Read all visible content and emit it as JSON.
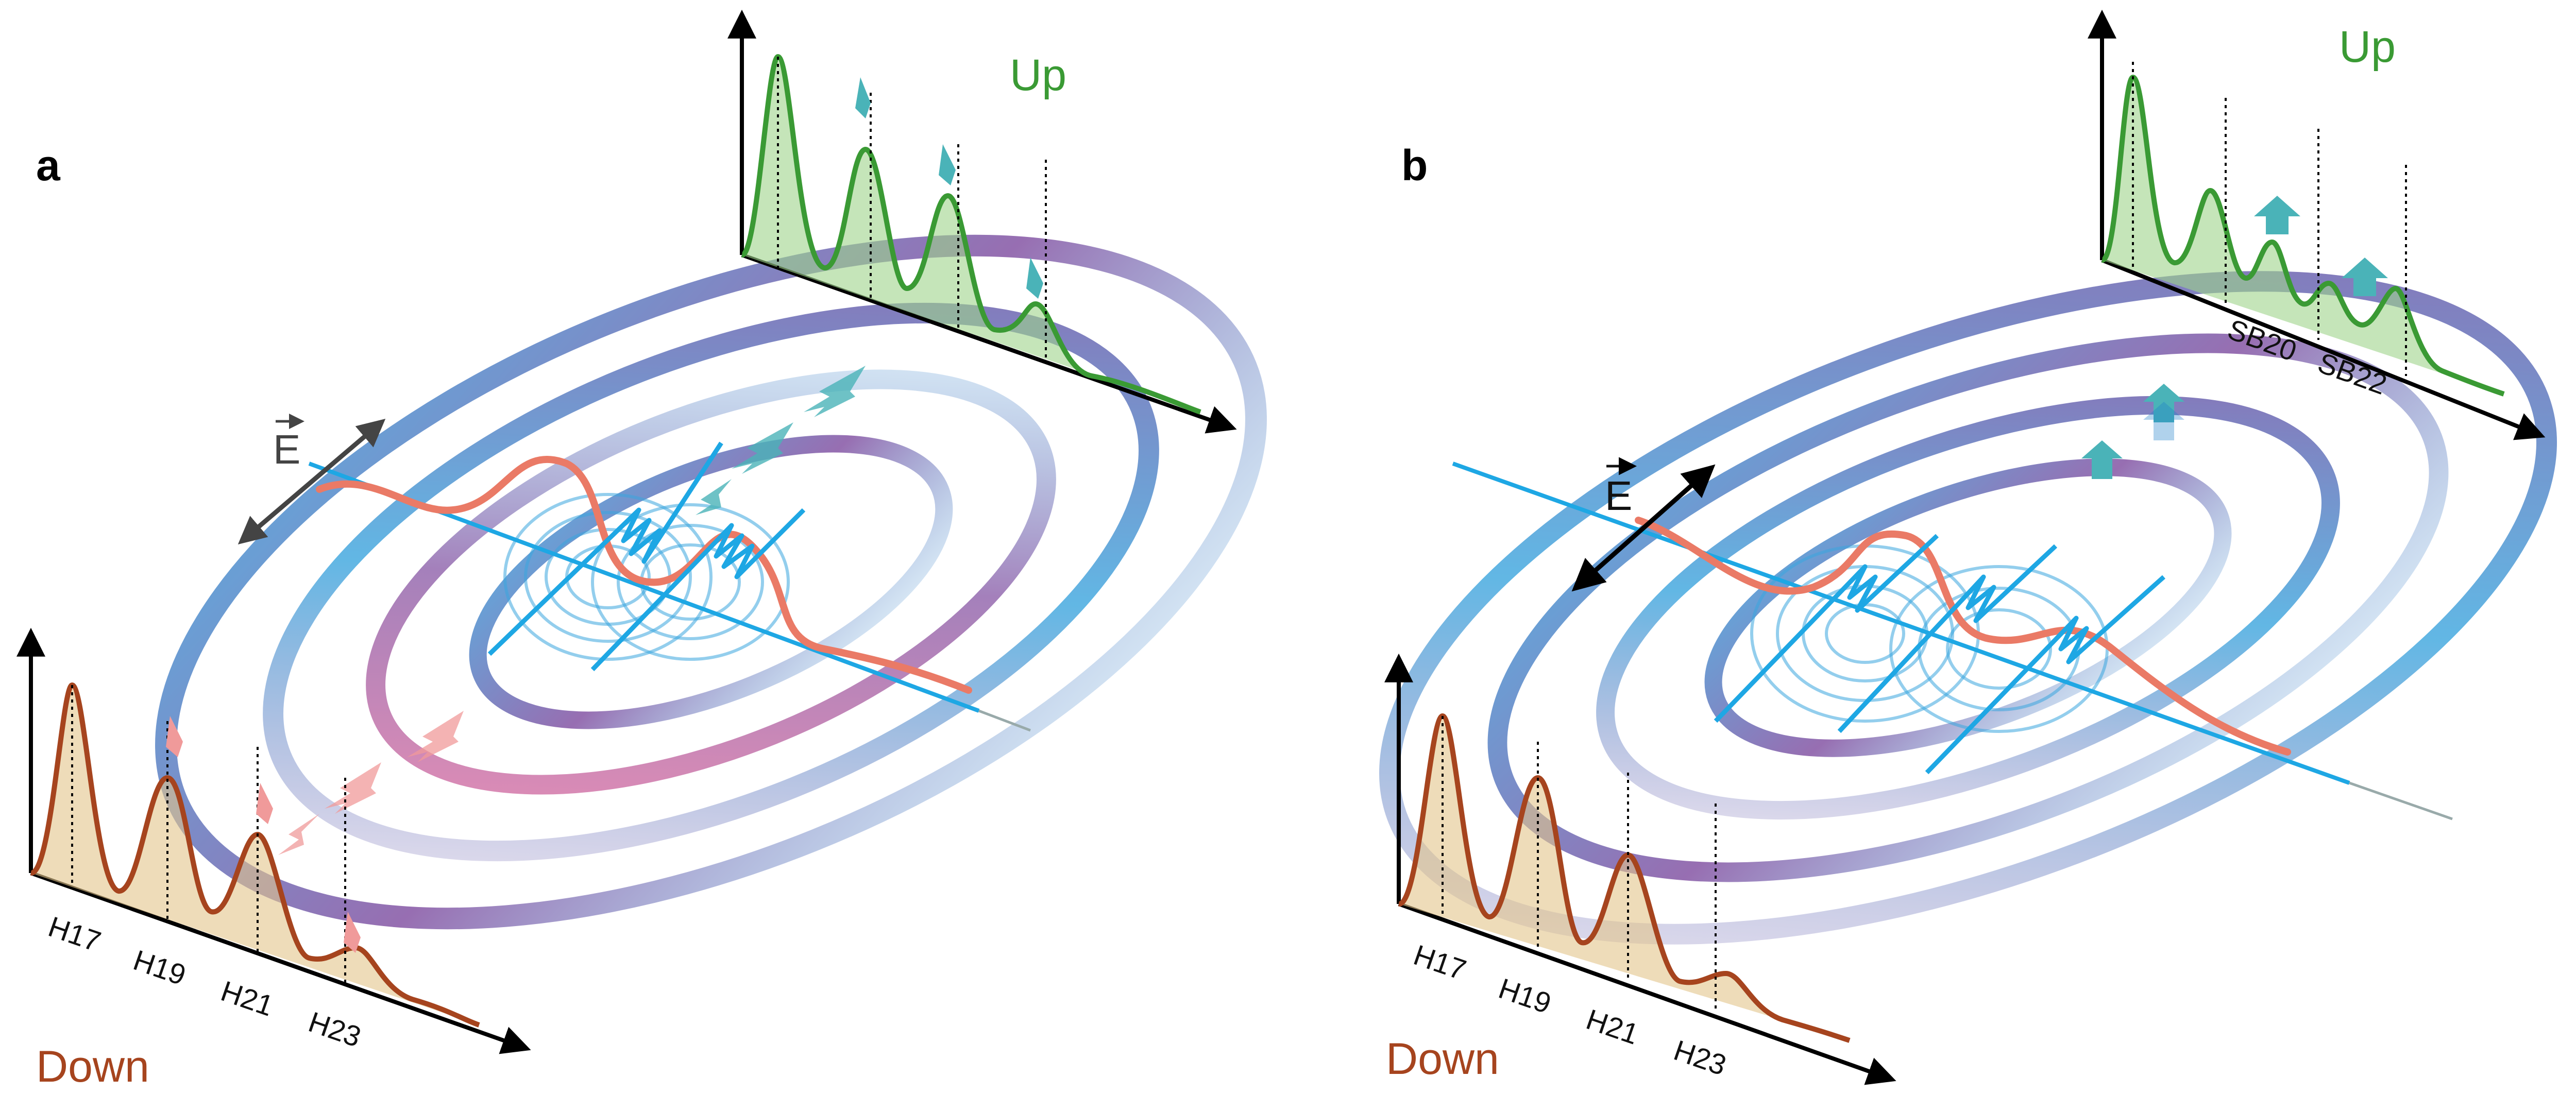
{
  "figure": {
    "panel_a": {
      "label": "a",
      "field_label": "E",
      "up_spectrum": {
        "label": "Up",
        "color": "#3a9a34"
      },
      "down_spectrum": {
        "label": "Down",
        "color": "#a6441e",
        "peak_labels": [
          "H17",
          "H19",
          "H21",
          "H23"
        ]
      }
    },
    "panel_b": {
      "label": "b",
      "field_label": "E",
      "up_spectrum": {
        "label": "Up",
        "color": "#3a9a34",
        "sideband_labels": [
          "SB20",
          "SB22"
        ]
      },
      "down_spectrum": {
        "label": "Down",
        "color": "#a6441e",
        "peak_labels": [
          "H17",
          "H19",
          "H21",
          "H23"
        ]
      }
    },
    "colors": {
      "beam": "#1ea7e4",
      "ir_field": "#ea7a66",
      "ring_purple": "#7d4a9e",
      "ring_blue": "#3aa5de",
      "arrow_teal": "#4ab3b8",
      "arrow_pink": "#f09a9a"
    }
  }
}
